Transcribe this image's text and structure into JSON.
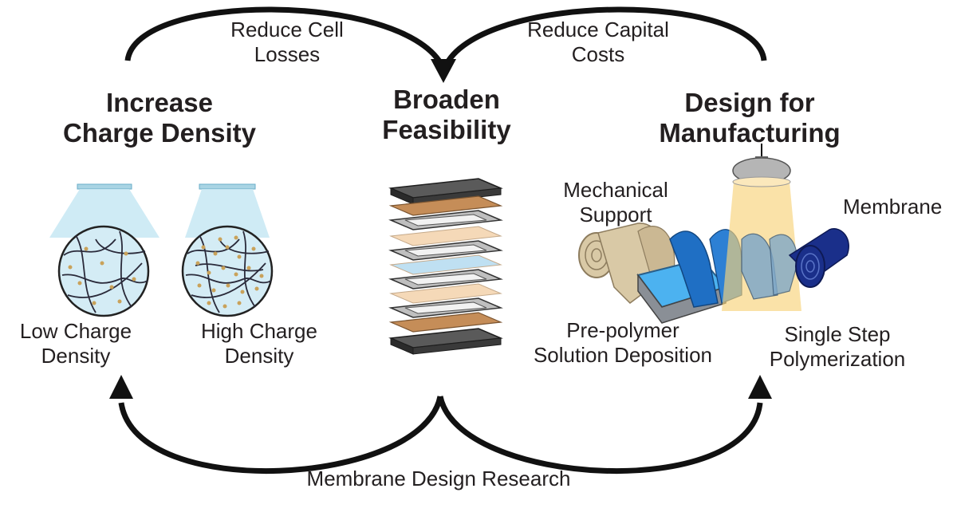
{
  "arrows": {
    "top_left": [
      "Reduce Cell",
      "Losses"
    ],
    "top_right": [
      "Reduce Capital",
      "Costs"
    ],
    "bottom": "Membrane Design Research"
  },
  "headings": {
    "increase": [
      "Increase",
      "Charge Density"
    ],
    "broaden": [
      "Broaden",
      "Feasibility"
    ],
    "design": [
      "Design for",
      "Manufacturing"
    ]
  },
  "density": {
    "low": [
      "Low Charge",
      "Density"
    ],
    "high": [
      "High Charge",
      "Density"
    ]
  },
  "manufacturing": {
    "support": [
      "Mechanical",
      "Support"
    ],
    "membrane": "Membrane",
    "prepolymer": [
      "Pre-polymer",
      "Solution Deposition"
    ],
    "polymerization": [
      "Single Step",
      "Polymerization"
    ]
  },
  "colors": {
    "arrow": "#111111",
    "circle_fill": "#d4ecf5",
    "cone": "#c7e7f3",
    "tan": "#d9c9a6",
    "blue": "#1f6fc4",
    "navy": "#1a2f8a",
    "bath": "#4cb2f0",
    "lamp_light": "#f8d27a",
    "plate": "#3a3a3a",
    "copper": "#c58d58"
  }
}
